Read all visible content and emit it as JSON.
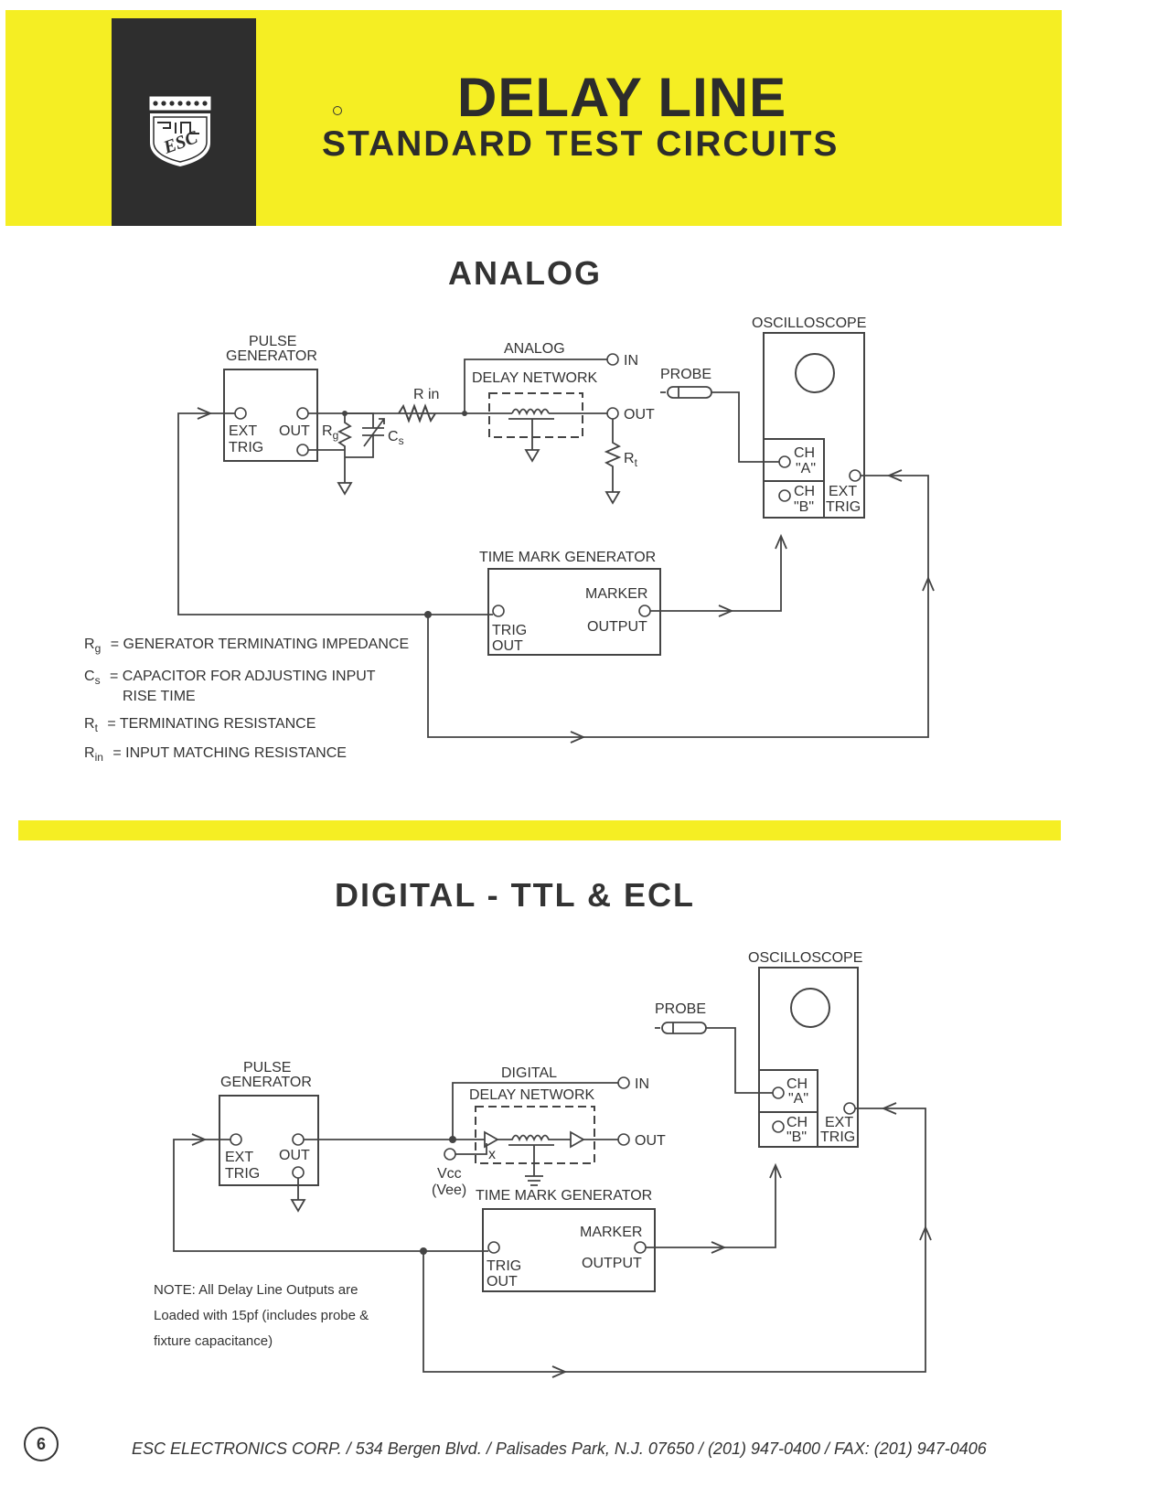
{
  "header": {
    "title": "DELAY LINE",
    "subtitle": "STANDARD TEST CIRCUITS",
    "brand": "ESC"
  },
  "colors": {
    "band": "#f5ee23",
    "logo_bg": "#2e2e2e",
    "ink": "#333333"
  },
  "analog": {
    "heading": "ANALOG",
    "pulse_generator": {
      "line1": "PULSE",
      "line2": "GENERATOR",
      "ext": "EXT",
      "trig": "TRIG",
      "out": "OUT"
    },
    "rg": "R",
    "rg_sub": "g",
    "cs": "C",
    "cs_sub": "s",
    "rin": "R in",
    "network": {
      "line1": "ANALOG",
      "line2": "DELAY NETWORK",
      "in": "IN",
      "out": "OUT"
    },
    "rt": "R",
    "rt_sub": "t",
    "probe": "PROBE",
    "oscilloscope": {
      "label": "OSCILLOSCOPE",
      "ch": "CH",
      "a": "\"A\"",
      "b": "\"B\"",
      "ext": "EXT",
      "trig": "TRIG"
    },
    "time_mark": {
      "label": "TIME MARK GENERATOR",
      "marker": "MARKER",
      "output": "OUTPUT",
      "trig": "TRIG",
      "out": "OUT"
    },
    "legend": [
      {
        "sym": "R",
        "sub": "g",
        "text": "= GENERATOR TERMINATING IMPEDANCE"
      },
      {
        "sym": "C",
        "sub": "s",
        "text": "= CAPACITOR FOR ADJUSTING INPUT"
      },
      {
        "sym": "",
        "sub": "",
        "text": "RISE TIME"
      },
      {
        "sym": "R",
        "sub": "t",
        "text": "= TERMINATING RESISTANCE"
      },
      {
        "sym": "R",
        "sub": "in",
        "text": "= INPUT MATCHING RESISTANCE"
      }
    ]
  },
  "digital": {
    "heading": "DIGITAL - TTL & ECL",
    "pulse_generator": {
      "line1": "PULSE",
      "line2": "GENERATOR",
      "ext": "EXT",
      "trig": "TRIG",
      "out": "OUT"
    },
    "network": {
      "line1": "DIGITAL",
      "line2": "DELAY NETWORK",
      "in": "IN",
      "out": "OUT"
    },
    "x": "x",
    "vcc": "Vcc",
    "vee": "(Vee)",
    "probe": "PROBE",
    "oscilloscope": {
      "label": "OSCILLOSCOPE",
      "ch": "CH",
      "a": "\"A\"",
      "b": "\"B\"",
      "ext": "EXT",
      "trig": "TRIG"
    },
    "time_mark": {
      "label": "TIME MARK GENERATOR",
      "marker": "MARKER",
      "output": "OUTPUT",
      "trig": "TRIG",
      "out": "OUT"
    },
    "note": [
      "NOTE:  All Delay Line Outputs are",
      "Loaded with 15pf (includes probe &",
      "fixture capacitance)"
    ]
  },
  "footer": {
    "page_number": "6",
    "text": "ESC ELECTRONICS CORP. / 534 Bergen Blvd. / Palisades Park, N.J. 07650 / (201) 947-0400 / FAX: (201) 947-0406"
  }
}
